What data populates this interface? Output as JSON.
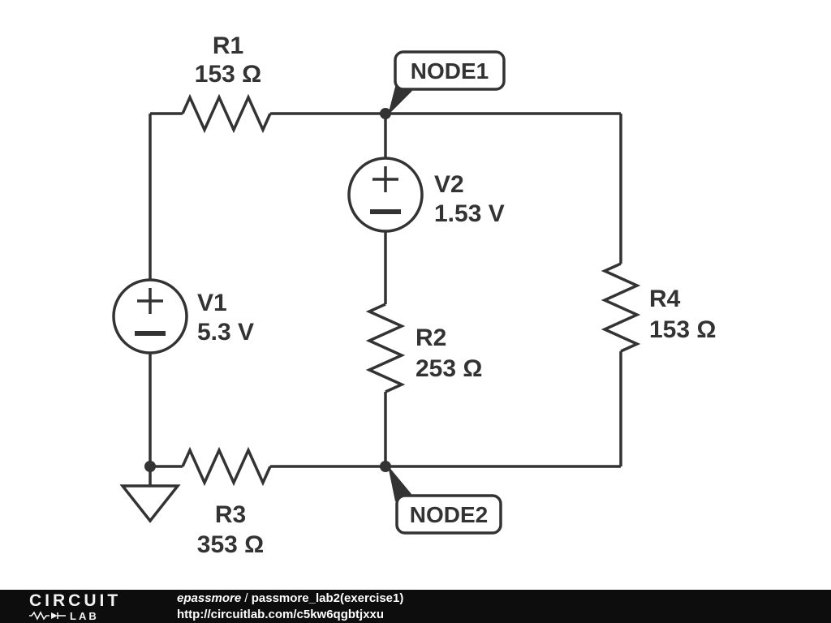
{
  "components": {
    "r1": {
      "name": "R1",
      "value": "153 Ω"
    },
    "r2": {
      "name": "R2",
      "value": "253 Ω"
    },
    "r3": {
      "name": "R3",
      "value": "353 Ω"
    },
    "r4": {
      "name": "R4",
      "value": "153 Ω"
    },
    "v1": {
      "name": "V1",
      "value": "5.3 V"
    },
    "v2": {
      "name": "V2",
      "value": "1.53 V"
    }
  },
  "nodes": {
    "node1": "NODE1",
    "node2": "NODE2"
  },
  "footer": {
    "logo_line1": "CIRCUIT",
    "logo_line2": "LAB",
    "author": "epassmore",
    "separator": " / ",
    "project": "passmore_lab2(exercise1)",
    "url": "http://circuitlab.com/c5kw6qgbtjxxu"
  },
  "colors": {
    "stroke": "#333333",
    "background": "#ffffff",
    "footer_bg": "#0d0d0d",
    "footer_text": "#ffffff"
  }
}
